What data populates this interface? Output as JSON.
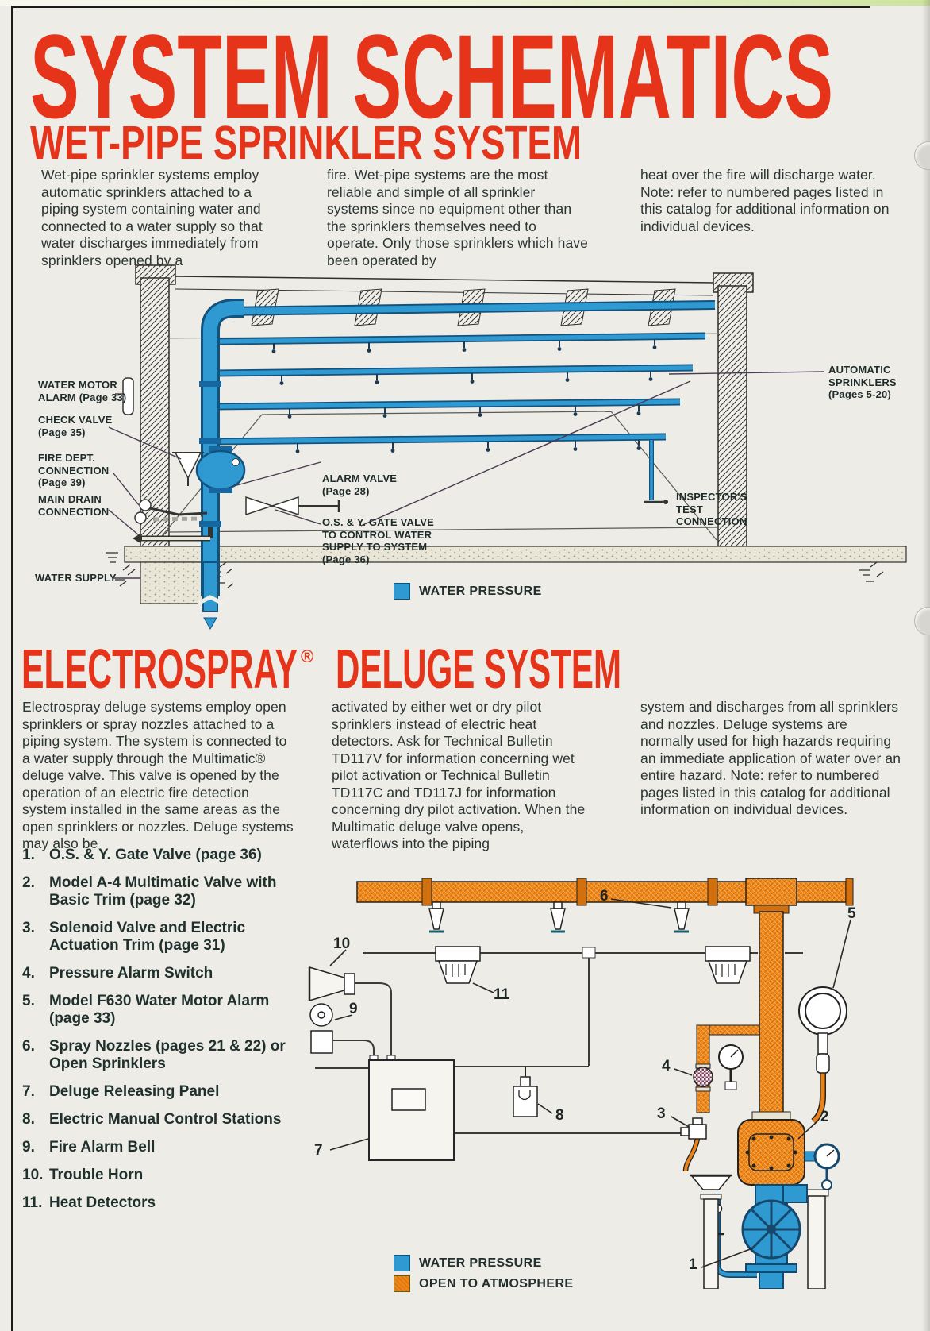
{
  "header": {
    "title": "SYSTEM SCHEMATICS",
    "subtitle": "WET-PIPE SPRINKLER SYSTEM"
  },
  "wetpipe": {
    "col1": "Wet-pipe sprinkler systems employ automatic sprinklers attached to a piping system containing water and connected to a water supply so that water discharges immediately from sprinklers opened by a",
    "col2": "fire. Wet-pipe systems are the most reliable and simple of all sprinkler systems since no equipment other than the sprinklers themselves need to operate. Only those sprinklers which have been operated by",
    "col3": "heat over the fire will discharge water. Note: refer to numbered pages listed in this catalog for additional information on individual devices.",
    "labels": {
      "water_motor_alarm": "WATER MOTOR\nALARM (Page 33)",
      "check_valve": "CHECK VALVE\n(Page 35)",
      "fire_dept": "FIRE DEPT.\nCONNECTION\n(Page 39)",
      "main_drain": "MAIN DRAIN\nCONNECTION",
      "water_supply": "WATER SUPPLY",
      "alarm_valve": "ALARM VALVE\n(Page 28)",
      "osy_gate_valve": "O.S. & Y. GATE VALVE\nTO CONTROL WATER\nSUPPLY TO SYSTEM\n(Page 36)",
      "automatic_sprinklers": "AUTOMATIC\nSPRINKLERS\n(Pages 5-20)",
      "inspectors_test": "INSPECTOR'S\nTEST\nCONNECTION"
    },
    "legend": {
      "water_pressure": "WATER PRESSURE"
    }
  },
  "deluge": {
    "heading_brand": "ELECTROSPRAY",
    "heading_reg": "®",
    "heading_rest": "DELUGE SYSTEM",
    "col1": "Electrospray deluge systems employ open sprinklers or spray nozzles attached to a piping system. The system is connected to a water supply through the Multimatic® deluge valve. This valve is opened by the operation of an electric fire detection system installed in the same areas as the open sprinklers or nozzles. Deluge systems may also be",
    "col2": "activated by either wet or dry pilot sprinklers instead of electric heat detectors. Ask for Technical Bulletin TD117V for information concerning wet pilot activation or Technical Bulletin TD117C and TD117J for information concerning dry pilot activation. When the Multimatic deluge valve opens, waterflows into the piping",
    "col3": "system and discharges from all sprinklers and nozzles. Deluge systems are normally used for high hazards requiring an immediate application of water over an entire hazard. Note: refer to numbered pages listed in this catalog for additional information on individual devices.",
    "items": [
      {
        "n": "1.",
        "t": "O.S. & Y. Gate Valve (page 36)"
      },
      {
        "n": "2.",
        "t": "Model A-4 Multimatic Valve with Basic Trim (page 32)"
      },
      {
        "n": "3.",
        "t": "Solenoid Valve and Electric Actuation Trim (page 31)"
      },
      {
        "n": "4.",
        "t": "Pressure Alarm Switch"
      },
      {
        "n": "5.",
        "t": "Model F630 Water Motor Alarm (page 33)"
      },
      {
        "n": "6.",
        "t": "Spray Nozzles (pages 21 & 22) or Open Sprinklers"
      },
      {
        "n": "7.",
        "t": "Deluge Releasing Panel"
      },
      {
        "n": "8.",
        "t": "Electric Manual Control Stations"
      },
      {
        "n": "9.",
        "t": "Fire Alarm Bell"
      },
      {
        "n": "10.",
        "t": "Trouble Horn"
      },
      {
        "n": "11.",
        "t": "Heat Detectors"
      }
    ],
    "callouts": {
      "c1": "1",
      "c2": "2",
      "c3": "3",
      "c4": "4",
      "c5": "5",
      "c6": "6",
      "c7": "7",
      "c8": "8",
      "c9": "9",
      "c10": "10",
      "c11": "11"
    },
    "legend": {
      "water_pressure": "WATER PRESSURE",
      "open_atmosphere": "OPEN TO ATMOSPHERE"
    }
  },
  "colors": {
    "accent_red": "#e5341a",
    "pipe_blue": "#2f9ad2",
    "pipe_blue_dark": "#14527e",
    "pipe_orange": "#ee8518",
    "text_dark": "#2b3533"
  }
}
